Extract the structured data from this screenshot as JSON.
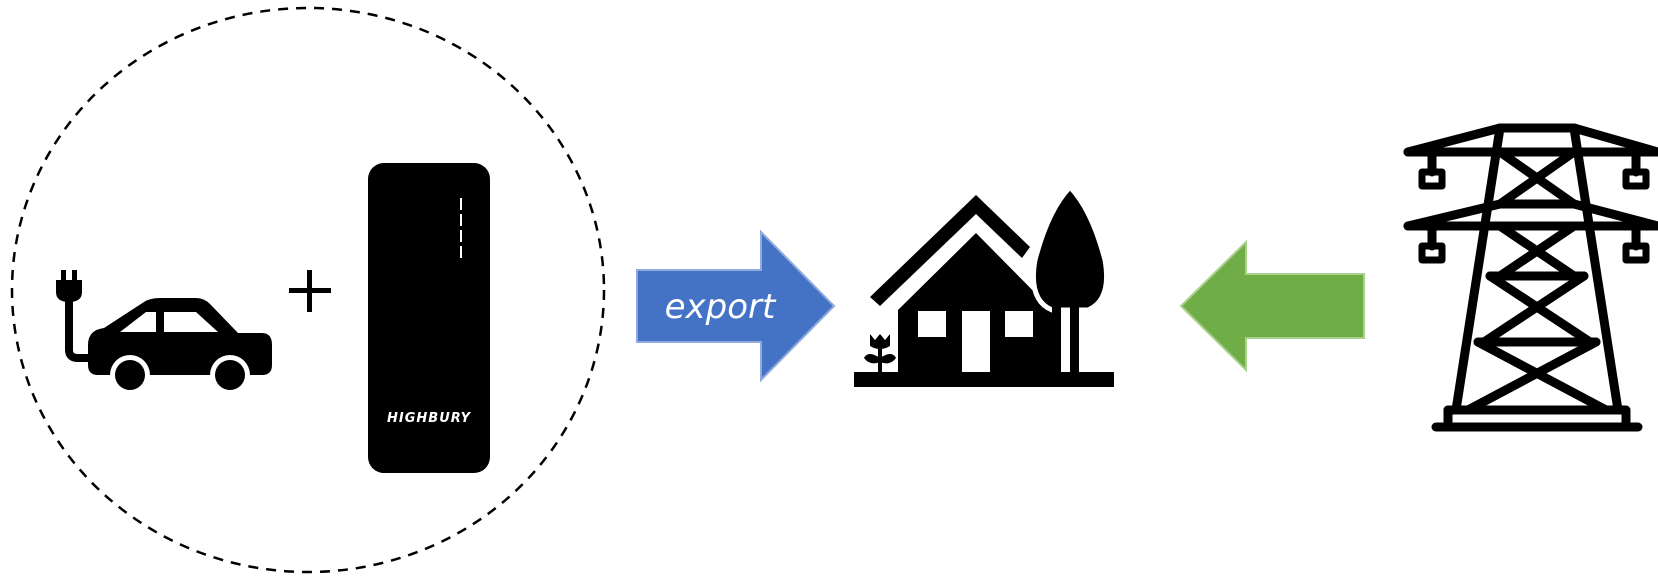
{
  "diagram": {
    "boundary": {
      "style": "dashed-circle"
    },
    "nodes": [
      {
        "id": "ev",
        "icon": "electric-car-icon"
      },
      {
        "id": "plus",
        "icon": "plus-sign"
      },
      {
        "id": "charger",
        "icon": "wallbox-charger-icon",
        "brand": "HIGHBURY"
      },
      {
        "id": "house",
        "icon": "house-with-tree-icon"
      },
      {
        "id": "grid",
        "icon": "pylon-icon"
      }
    ],
    "arrows": [
      {
        "id": "export-arrow",
        "label": "export",
        "direction": "right",
        "color": "#4472C4",
        "border": "#8FAADC"
      },
      {
        "id": "import-arrow",
        "label": "",
        "direction": "left",
        "color": "#70AD47",
        "border": "#A9D18E"
      }
    ]
  }
}
